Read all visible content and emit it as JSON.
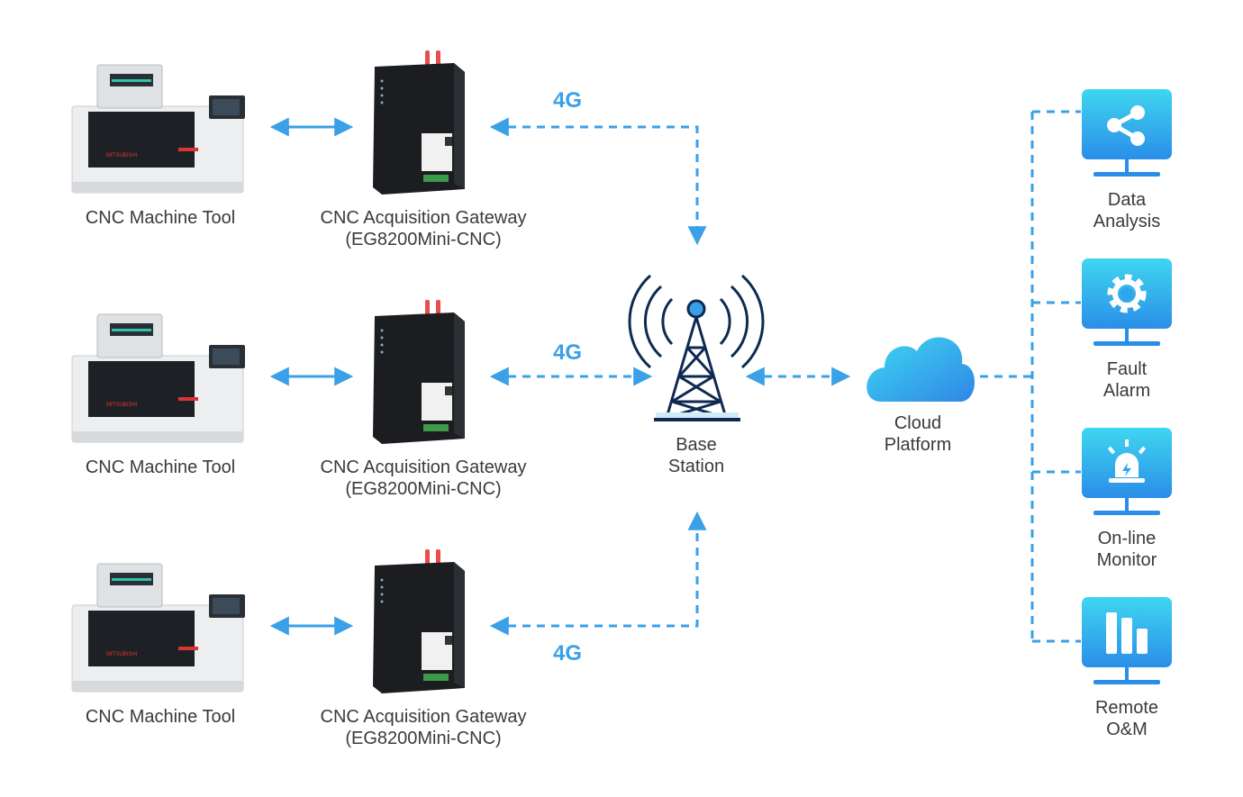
{
  "rows": [
    {
      "machine_label": "CNC Machine Tool",
      "gateway_line1": "CNC Acquisition Gateway",
      "gateway_line2": "(EG8200Mini-CNC)",
      "signal": "4G"
    },
    {
      "machine_label": "CNC Machine Tool",
      "gateway_line1": "CNC Acquisition Gateway",
      "gateway_line2": "(EG8200Mini-CNC)",
      "signal": "4G"
    },
    {
      "machine_label": "CNC Machine Tool",
      "gateway_line1": "CNC Acquisition Gateway",
      "gateway_line2": "(EG8200Mini-CNC)",
      "signal": "4G"
    }
  ],
  "base_station": {
    "line1": "Base",
    "line2": "Station"
  },
  "cloud": {
    "line1": "Cloud",
    "line2": "Platform"
  },
  "apps": [
    {
      "line1": "Data",
      "line2": "Analysis",
      "icon": "share-icon"
    },
    {
      "line1": "Fault",
      "line2": "Alarm",
      "icon": "gear-icon"
    },
    {
      "line1": "On-line",
      "line2": "Monitor",
      "icon": "alarm-light-icon"
    },
    {
      "line1": "Remote",
      "line2": "O&M",
      "icon": "bar-chart-icon"
    }
  ],
  "colors": {
    "accent": "#3aa0e8",
    "tile_top": "#3fd6f0",
    "tile_bottom": "#2a8ee8"
  }
}
